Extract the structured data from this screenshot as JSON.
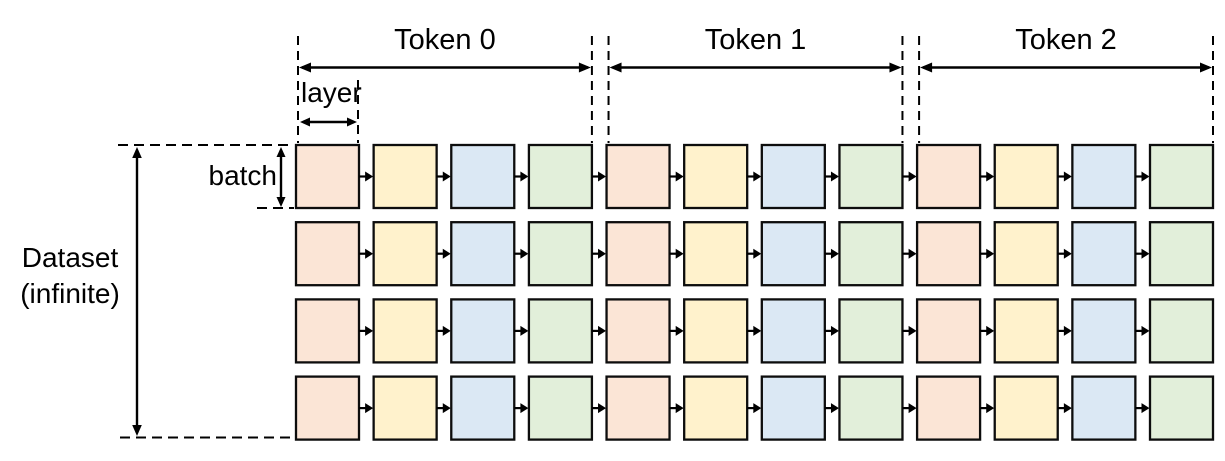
{
  "diagram": {
    "background": "#FFFFFF",
    "line_color": "#000000",
    "text_color": "#000000",
    "cell_border_color": "#0D0D0D",
    "token_labels": [
      "Token 0",
      "Token 1",
      "Token 2"
    ],
    "layer_label": "layer",
    "batch_label": "batch",
    "dataset_label_line1": "Dataset",
    "dataset_label_line2": "(infinite)",
    "tokens": 3,
    "layers_per_token": 4,
    "batch_rows": 4,
    "layer_cell_colors": [
      "#FBE5D6",
      "#FFF2CC",
      "#DBE8F4",
      "#E2EFDA"
    ]
  }
}
